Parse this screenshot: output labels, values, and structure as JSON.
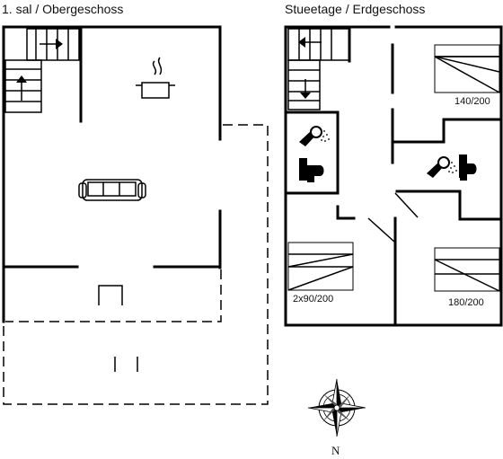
{
  "floors": {
    "upper": {
      "title": "1. sal / Obergeschoss"
    },
    "ground": {
      "title": "Stueetage / Erdgeschoss"
    }
  },
  "rooms": {
    "bed_top_right": {
      "size": "140/200"
    },
    "bed_bottom_left": {
      "size": "2x90/200"
    },
    "bed_bottom_right": {
      "size": "180/200"
    }
  },
  "compass": {
    "north_label": "N"
  },
  "icons": [
    "kitchen-pot-icon",
    "sofa-icon",
    "shower-icon",
    "toilet-icon",
    "stair-arrow-icon",
    "compass-rose-icon"
  ]
}
